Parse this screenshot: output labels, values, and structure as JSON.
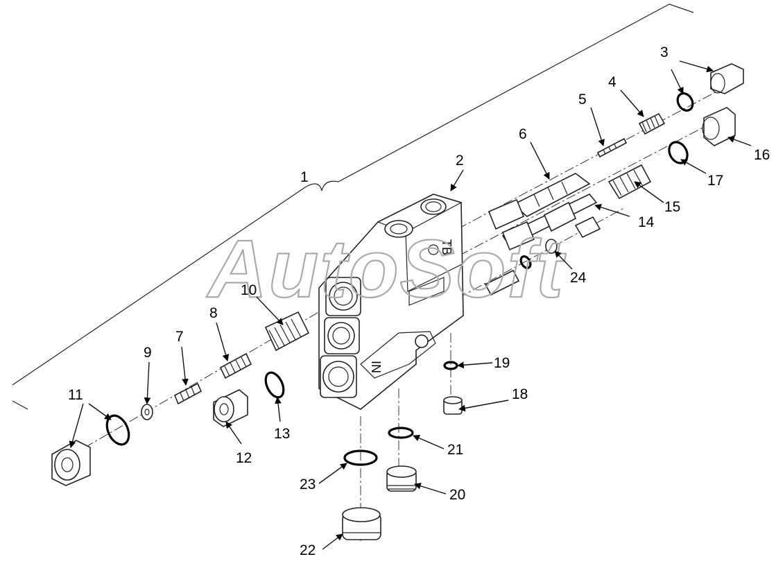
{
  "watermark": "AutoSoft",
  "body_markings": {
    "top": "TB",
    "side": "IN"
  },
  "callouts": [
    "1",
    "2",
    "3",
    "4",
    "5",
    "6",
    "7",
    "8",
    "9",
    "10",
    "11",
    "12",
    "13",
    "14",
    "15",
    "16",
    "17",
    "18",
    "19",
    "20",
    "21",
    "22",
    "23",
    "24"
  ]
}
